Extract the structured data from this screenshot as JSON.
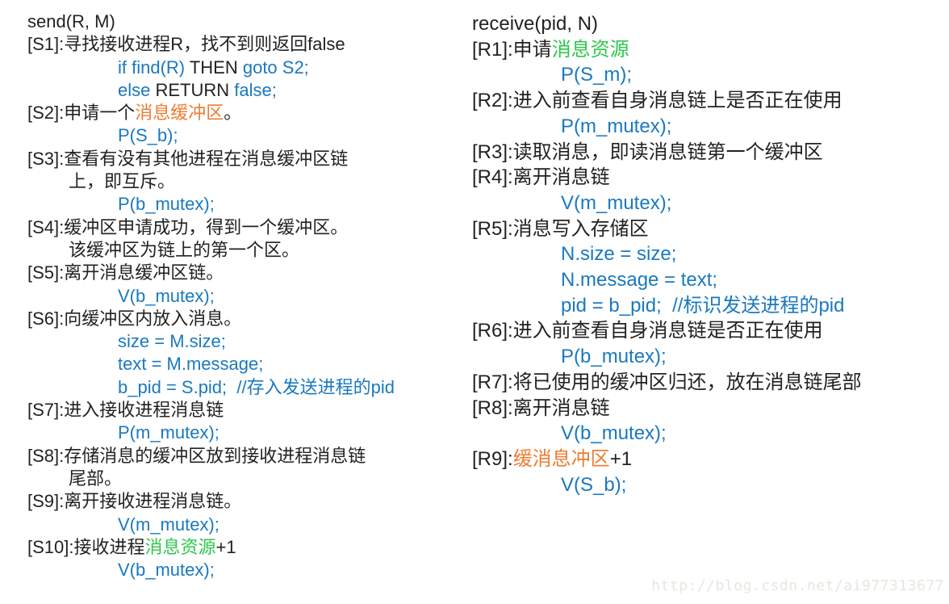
{
  "colors": {
    "black": "#222222",
    "blue": "#1a79bf",
    "orange": "#ed7d31",
    "green": "#2dc74c",
    "watermark": "#eae6df"
  },
  "watermark": {
    "text": "http://blog.csdn.net/ai977313677"
  },
  "columns": [
    {
      "id": "send",
      "title": "send(R, M)",
      "lines": [
        {
          "indent": 0,
          "name": "procedure-title-send",
          "segments": [
            {
              "text": "send(R, M)",
              "color": "black"
            }
          ]
        },
        {
          "indent": 0,
          "name": "step-s1",
          "segments": [
            {
              "text": "[S1]:寻找接收进程R，找不到则返回false",
              "color": "black"
            }
          ]
        },
        {
          "indent": 2,
          "name": "code-line",
          "segments": [
            {
              "text": "if find(R) ",
              "color": "blue"
            },
            {
              "text": "THEN ",
              "color": "black"
            },
            {
              "text": "goto S2;",
              "color": "blue"
            }
          ]
        },
        {
          "indent": 2,
          "name": "code-line",
          "segments": [
            {
              "text": "else ",
              "color": "blue"
            },
            {
              "text": "RETURN ",
              "color": "black"
            },
            {
              "text": "false;",
              "color": "blue"
            }
          ]
        },
        {
          "indent": 0,
          "name": "step-s2",
          "segments": [
            {
              "text": "[S2]:申请一个",
              "color": "black"
            },
            {
              "text": "消息缓冲区",
              "color": "orange"
            },
            {
              "text": "。",
              "color": "black"
            }
          ]
        },
        {
          "indent": 2,
          "name": "code-line",
          "segments": [
            {
              "text": "P(S_b);",
              "color": "blue"
            }
          ]
        },
        {
          "indent": 0,
          "name": "step-s3",
          "segments": [
            {
              "text": "[S3]:查看有没有其他进程在消息缓冲区链",
              "color": "black"
            }
          ]
        },
        {
          "indent": 1,
          "name": "step-s3-continued",
          "segments": [
            {
              "text": "上，即互斥。",
              "color": "black"
            }
          ]
        },
        {
          "indent": 2,
          "name": "code-line",
          "segments": [
            {
              "text": "P(b_mutex);",
              "color": "blue"
            }
          ]
        },
        {
          "indent": 0,
          "name": "step-s4",
          "segments": [
            {
              "text": "[S4]:缓冲区申请成功，得到一个缓冲区。",
              "color": "black"
            }
          ]
        },
        {
          "indent": 1,
          "name": "step-s4-continued",
          "segments": [
            {
              "text": "该缓冲区为链上的第一个区。",
              "color": "black"
            }
          ]
        },
        {
          "indent": 0,
          "name": "step-s5",
          "segments": [
            {
              "text": "[S5]:离开消息缓冲区链。",
              "color": "black"
            }
          ]
        },
        {
          "indent": 2,
          "name": "code-line",
          "segments": [
            {
              "text": "V(b_mutex);",
              "color": "blue"
            }
          ]
        },
        {
          "indent": 0,
          "name": "step-s6",
          "segments": [
            {
              "text": "[S6]:向缓冲区内放入消息。",
              "color": "black"
            }
          ]
        },
        {
          "indent": 2,
          "name": "code-line",
          "segments": [
            {
              "text": "size = M.size;",
              "color": "blue"
            }
          ]
        },
        {
          "indent": 2,
          "name": "code-line",
          "segments": [
            {
              "text": "text = M.message;",
              "color": "blue"
            }
          ]
        },
        {
          "indent": 2,
          "name": "code-line",
          "segments": [
            {
              "text": "b_pid = S.pid;  //存入发送进程的pid",
              "color": "blue"
            }
          ]
        },
        {
          "indent": 0,
          "name": "step-s7",
          "segments": [
            {
              "text": "[S7]:进入接收进程消息链",
              "color": "black"
            }
          ]
        },
        {
          "indent": 2,
          "name": "code-line",
          "segments": [
            {
              "text": "P(m_mutex);",
              "color": "blue"
            }
          ]
        },
        {
          "indent": 0,
          "name": "step-s8",
          "segments": [
            {
              "text": "[S8]:存储消息的缓冲区放到接收进程消息链",
              "color": "black"
            }
          ]
        },
        {
          "indent": 1,
          "name": "step-s8-continued",
          "segments": [
            {
              "text": "尾部。",
              "color": "black"
            }
          ]
        },
        {
          "indent": 0,
          "name": "step-s9",
          "segments": [
            {
              "text": "[S9]:离开接收进程消息链。",
              "color": "black"
            }
          ]
        },
        {
          "indent": 2,
          "name": "code-line",
          "segments": [
            {
              "text": "V(m_mutex);",
              "color": "blue"
            }
          ]
        },
        {
          "indent": 0,
          "name": "step-s10",
          "segments": [
            {
              "text": "[S10]:接收进程",
              "color": "black"
            },
            {
              "text": "消息资源",
              "color": "green"
            },
            {
              "text": "+1",
              "color": "black"
            }
          ]
        },
        {
          "indent": 2,
          "name": "code-line",
          "segments": [
            {
              "text": "V(b_mutex);",
              "color": "blue"
            }
          ]
        }
      ]
    },
    {
      "id": "receive",
      "title": "receive(pid, N)",
      "lines": [
        {
          "indent": 0,
          "name": "procedure-title-receive",
          "segments": [
            {
              "text": "receive(pid, N)",
              "color": "black"
            }
          ]
        },
        {
          "indent": 0,
          "name": "step-r1",
          "segments": [
            {
              "text": "[R1]:申请",
              "color": "black"
            },
            {
              "text": "消息资源",
              "color": "green"
            }
          ]
        },
        {
          "indent": 2,
          "name": "code-line",
          "segments": [
            {
              "text": "P(S_m);",
              "color": "blue"
            }
          ]
        },
        {
          "indent": 0,
          "name": "step-r2",
          "segments": [
            {
              "text": "[R2]:进入前查看自身消息链上是否正在使用",
              "color": "black"
            }
          ]
        },
        {
          "indent": 2,
          "name": "code-line",
          "segments": [
            {
              "text": "P(m_mutex);",
              "color": "blue"
            }
          ]
        },
        {
          "indent": 0,
          "name": "step-r3",
          "segments": [
            {
              "text": "[R3]:读取消息，即读消息链第一个缓冲区",
              "color": "black"
            }
          ]
        },
        {
          "indent": 0,
          "name": "step-r4",
          "segments": [
            {
              "text": "[R4]:离开消息链",
              "color": "black"
            }
          ]
        },
        {
          "indent": 2,
          "name": "code-line",
          "segments": [
            {
              "text": "V(m_mutex);",
              "color": "blue"
            }
          ]
        },
        {
          "indent": 0,
          "name": "step-r5",
          "segments": [
            {
              "text": "[R5]:消息写入存储区",
              "color": "black"
            }
          ]
        },
        {
          "indent": 2,
          "name": "code-line",
          "segments": [
            {
              "text": "N.size = size;",
              "color": "blue"
            }
          ]
        },
        {
          "indent": 2,
          "name": "code-line",
          "segments": [
            {
              "text": "N.message = text;",
              "color": "blue"
            }
          ]
        },
        {
          "indent": 2,
          "name": "code-line",
          "segments": [
            {
              "text": "pid = b_pid;  //标识发送进程的pid",
              "color": "blue"
            }
          ]
        },
        {
          "indent": 0,
          "name": "step-r6",
          "segments": [
            {
              "text": "[R6]:进入前查看自身消息链是否正在使用",
              "color": "black"
            }
          ]
        },
        {
          "indent": 2,
          "name": "code-line",
          "segments": [
            {
              "text": "P(b_mutex);",
              "color": "blue"
            }
          ]
        },
        {
          "indent": 0,
          "name": "step-r7",
          "segments": [
            {
              "text": "[R7]:将已使用的缓冲区归还，放在消息链尾部",
              "color": "black"
            }
          ]
        },
        {
          "indent": 0,
          "name": "step-r8",
          "segments": [
            {
              "text": "[R8]:离开消息链",
              "color": "black"
            }
          ]
        },
        {
          "indent": 2,
          "name": "code-line",
          "segments": [
            {
              "text": "V(b_mutex);",
              "color": "blue"
            }
          ]
        },
        {
          "indent": 0,
          "name": "step-r9",
          "segments": [
            {
              "text": "[R9]:",
              "color": "black"
            },
            {
              "text": "缓消息冲区",
              "color": "orange"
            },
            {
              "text": "+1",
              "color": "black"
            }
          ]
        },
        {
          "indent": 2,
          "name": "code-line",
          "segments": [
            {
              "text": "V(S_b);",
              "color": "blue"
            }
          ]
        }
      ]
    }
  ]
}
